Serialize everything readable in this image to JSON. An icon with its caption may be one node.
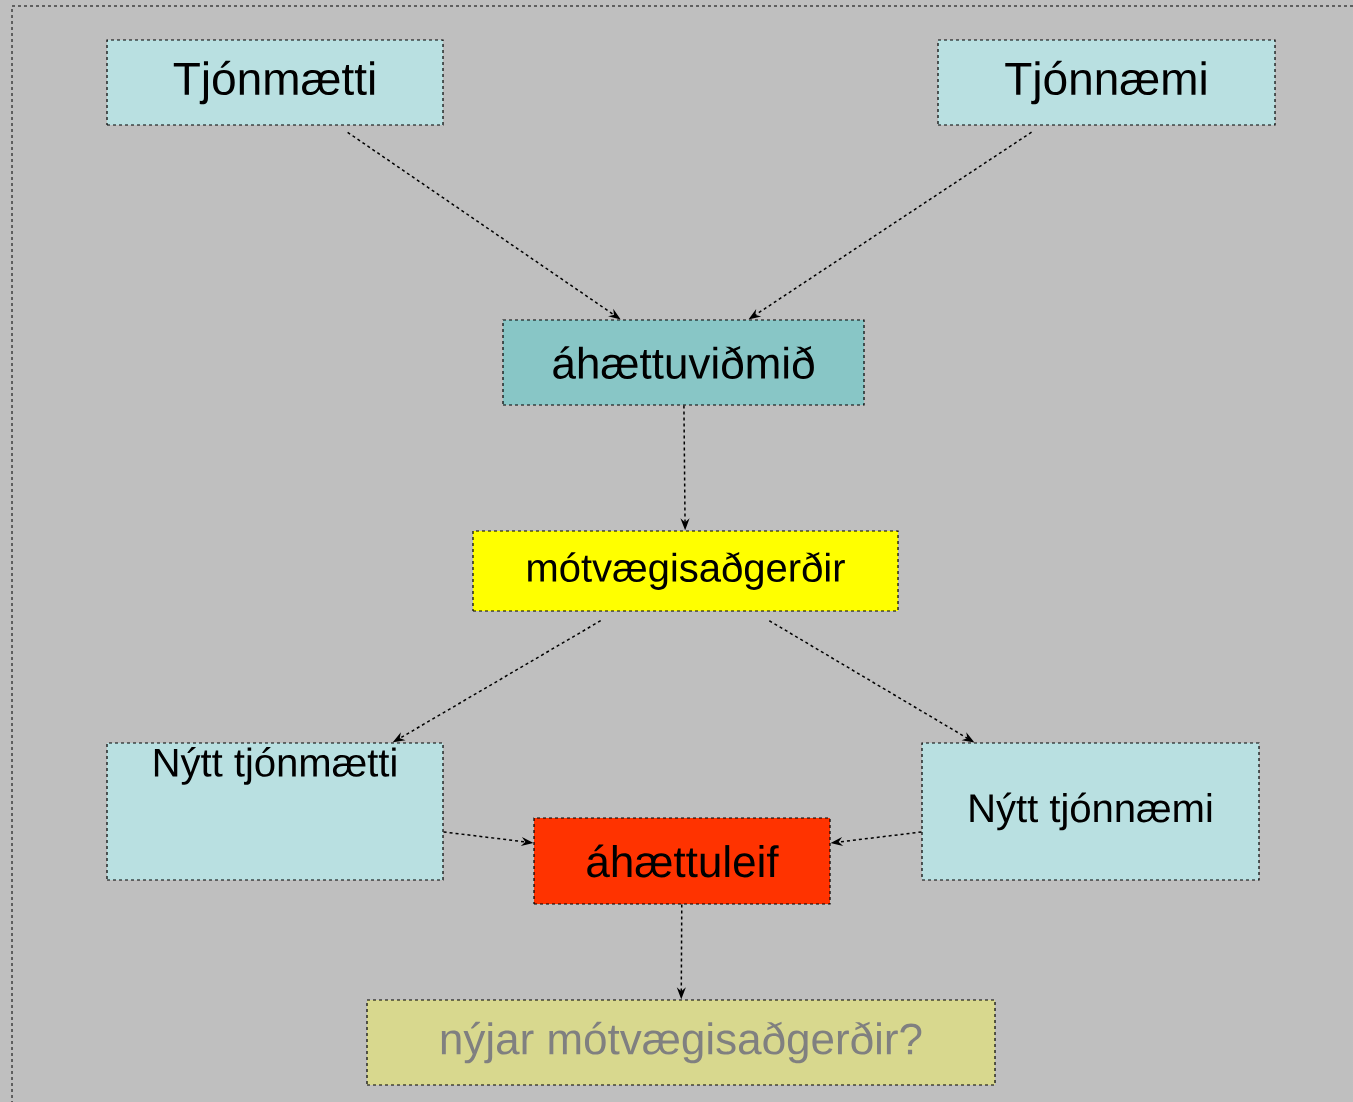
{
  "diagram": {
    "nodes": [
      {
        "text": [
          "Tjónmætti"
        ]
      },
      {
        "text": [
          "Tjónnæmi"
        ]
      },
      {
        "text": [
          "áhættuviðmið"
        ]
      },
      {
        "text": [
          "mótvægisaðgerðir"
        ]
      },
      {
        "text": [
          "Nýtt tjónmætti"
        ]
      },
      {
        "text": [
          "Nýtt tjónnæmi"
        ]
      },
      {
        "text": [
          "áhættuleif"
        ]
      },
      {
        "text": [
          "nýjar mótvægisaðgerðir?"
        ]
      }
    ],
    "edges": [
      {
        "from": 0,
        "to": 2,
        "arrow": "to"
      },
      {
        "from": 1,
        "to": 2,
        "arrow": "to"
      },
      {
        "from": 2,
        "to": 3,
        "arrow": "to"
      },
      {
        "from": 3,
        "to": 4,
        "arrow": "to"
      },
      {
        "from": 3,
        "to": 5,
        "arrow": "to"
      },
      {
        "from": 4,
        "to": 6,
        "arrow": "to"
      },
      {
        "from": 5,
        "to": 6,
        "arrow": "to"
      },
      {
        "from": 6,
        "to": 7,
        "arrow": "to"
      }
    ]
  }
}
